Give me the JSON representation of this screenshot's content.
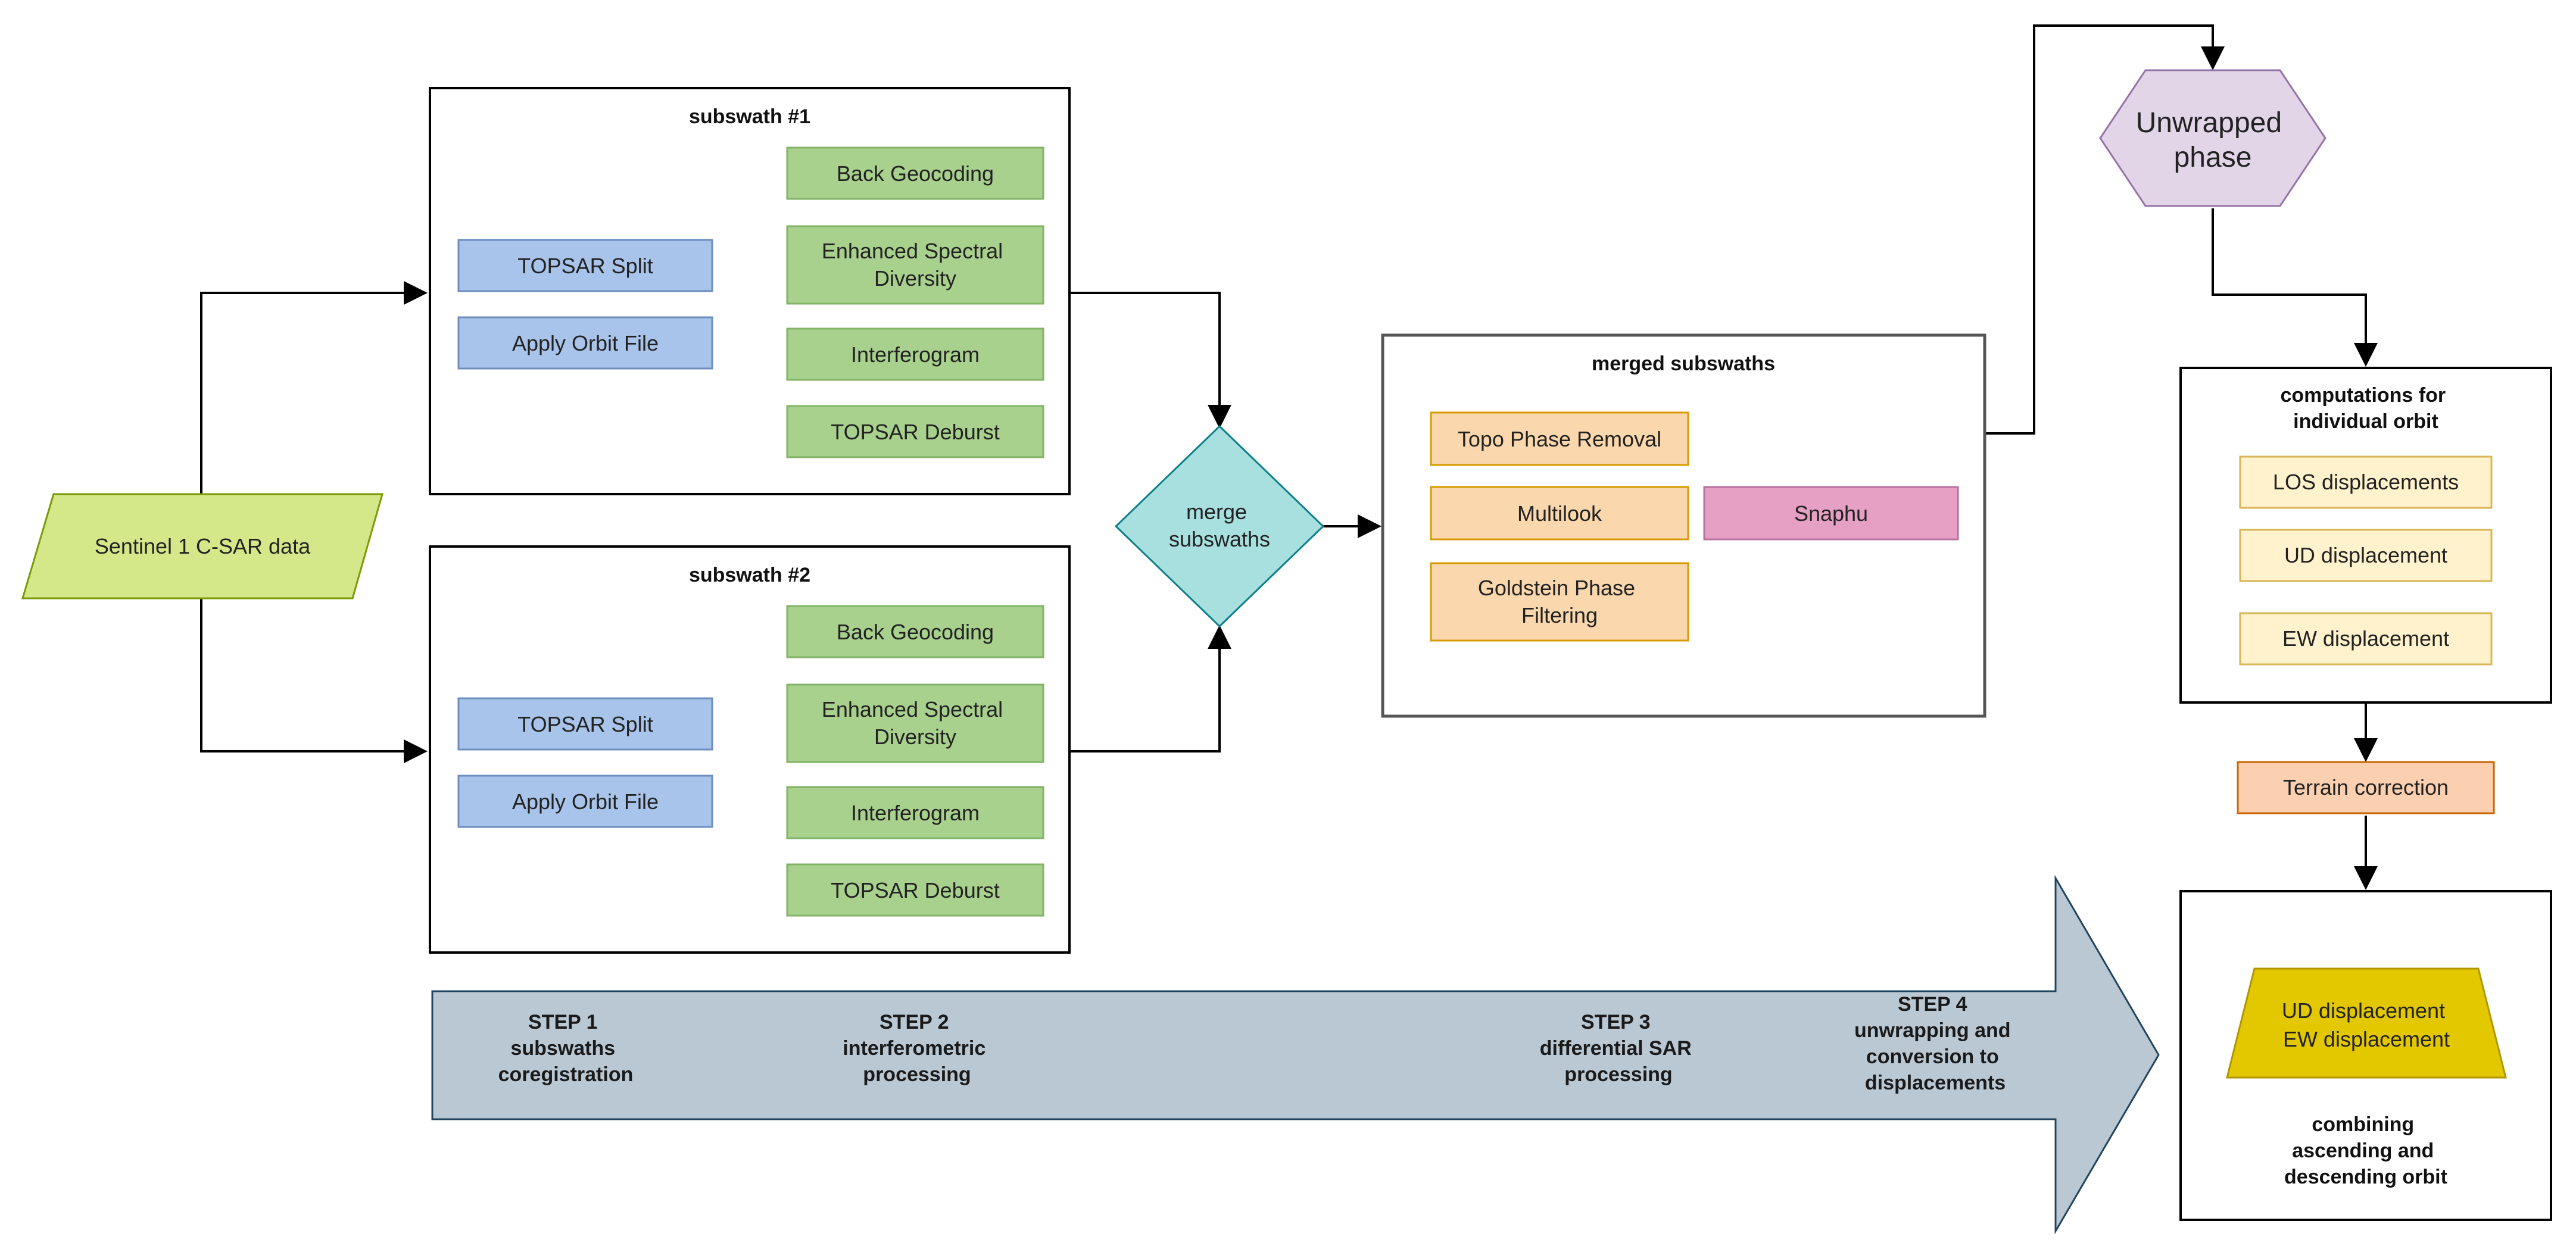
{
  "input": {
    "label": "Sentinel 1 C-SAR data",
    "color": "#d4e88a"
  },
  "subswath1": {
    "title": "subswath #1",
    "left_boxes": [
      "TOPSAR Split",
      "Apply Orbit File"
    ],
    "right_boxes": [
      {
        "lines": [
          "Back Geocoding"
        ]
      },
      {
        "lines": [
          "Enhanced Spectral",
          "Diversity"
        ]
      },
      {
        "lines": [
          "Interferogram"
        ]
      },
      {
        "lines": [
          "TOPSAR Deburst"
        ]
      }
    ]
  },
  "subswath2": {
    "title": "subswath #2",
    "left_boxes": [
      "TOPSAR Split",
      "Apply Orbit File"
    ],
    "right_boxes": [
      {
        "lines": [
          "Back Geocoding"
        ]
      },
      {
        "lines": [
          "Enhanced Spectral",
          "Diversity"
        ]
      },
      {
        "lines": [
          "Interferogram"
        ]
      },
      {
        "lines": [
          "TOPSAR Deburst"
        ]
      }
    ]
  },
  "merge": {
    "lines": [
      "merge",
      "subswaths"
    ],
    "color": "#a8e0e0"
  },
  "merged": {
    "title": "merged subswaths",
    "boxes": [
      {
        "lines": [
          "Topo Phase Removal"
        ]
      },
      {
        "lines": [
          "Multilook"
        ]
      },
      {
        "lines": [
          "Goldstein Phase",
          "Filtering"
        ]
      }
    ],
    "snaphu": "Snaphu"
  },
  "unwrapped": {
    "lines": [
      "Unwrapped",
      "phase"
    ],
    "color": "#e1d5e7"
  },
  "computations": {
    "title_lines": [
      "computations for",
      "individual orbit"
    ],
    "boxes": [
      "LOS displacements",
      "UD displacement",
      "EW displacement"
    ]
  },
  "terrain": {
    "label": "Terrain correction"
  },
  "combining": {
    "trap_lines": [
      "UD displacement",
      "EW displacement"
    ],
    "trap_color": "#e3c800",
    "caption_lines": [
      "combining",
      "ascending and",
      "descending orbit"
    ]
  },
  "steps": [
    {
      "lines": [
        "STEP 1",
        "subswaths",
        "coregistration"
      ]
    },
    {
      "lines": [
        "STEP 2",
        "interferometric",
        "processing"
      ]
    },
    {
      "lines": [
        "STEP 3",
        "differential SAR",
        "processing"
      ]
    },
    {
      "lines": [
        "STEP 4",
        "unwrapping and",
        "conversion to",
        "displacements"
      ]
    }
  ],
  "colors": {
    "step_arrow": "#bac8d3",
    "step_arrow_border": "#23445d"
  }
}
